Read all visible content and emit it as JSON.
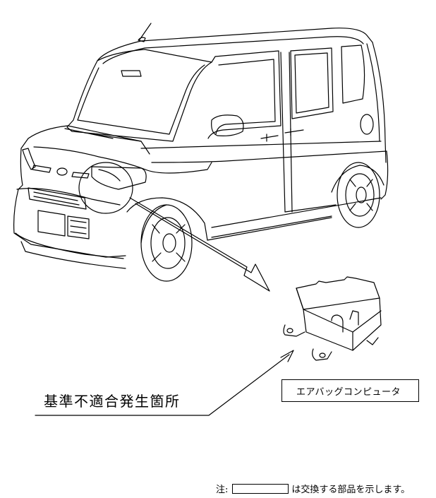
{
  "defect_location_label": "基準不適合発生箇所",
  "part_label": "エアバッグコンピュータ",
  "note": {
    "prefix": "注:",
    "suffix": "は交換する部品を示します。"
  },
  "colors": {
    "line": "#000000",
    "background": "#ffffff"
  }
}
